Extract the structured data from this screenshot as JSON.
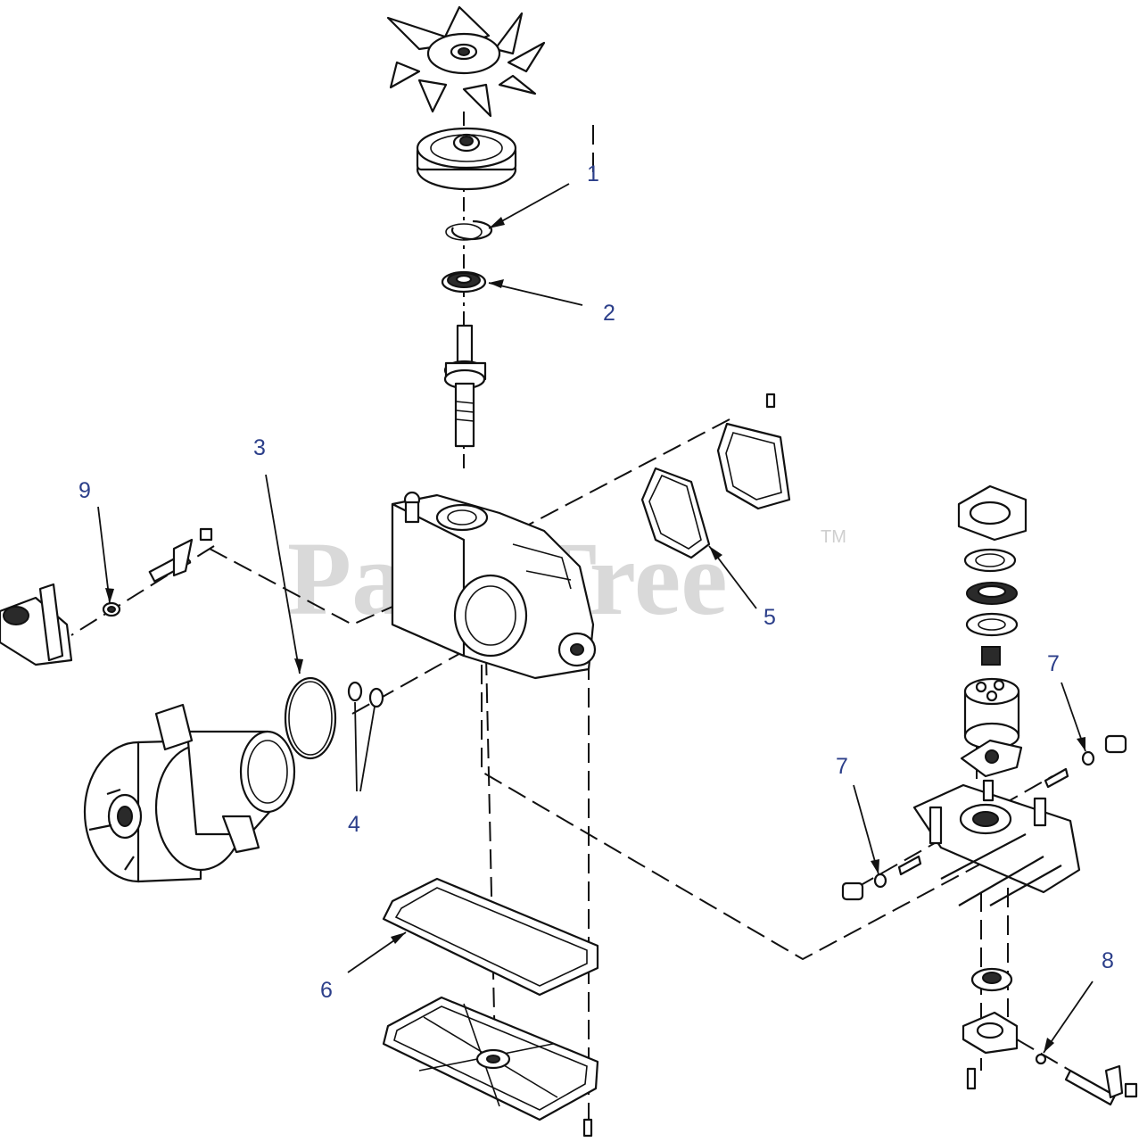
{
  "watermark": {
    "text": "PartsTree",
    "tm": "TM"
  },
  "callouts": [
    {
      "id": "1",
      "label": "1"
    },
    {
      "id": "2",
      "label": "2"
    },
    {
      "id": "3",
      "label": "3"
    },
    {
      "id": "4",
      "label": "4"
    },
    {
      "id": "5",
      "label": "5"
    },
    {
      "id": "6",
      "label": "6"
    },
    {
      "id": "7a",
      "label": "7"
    },
    {
      "id": "7b",
      "label": "7"
    },
    {
      "id": "8",
      "label": "8"
    },
    {
      "id": "9",
      "label": "9"
    }
  ],
  "colors": {
    "callout": "#2c3f8a",
    "line": "#111111",
    "watermark": "#d9d9d9"
  }
}
